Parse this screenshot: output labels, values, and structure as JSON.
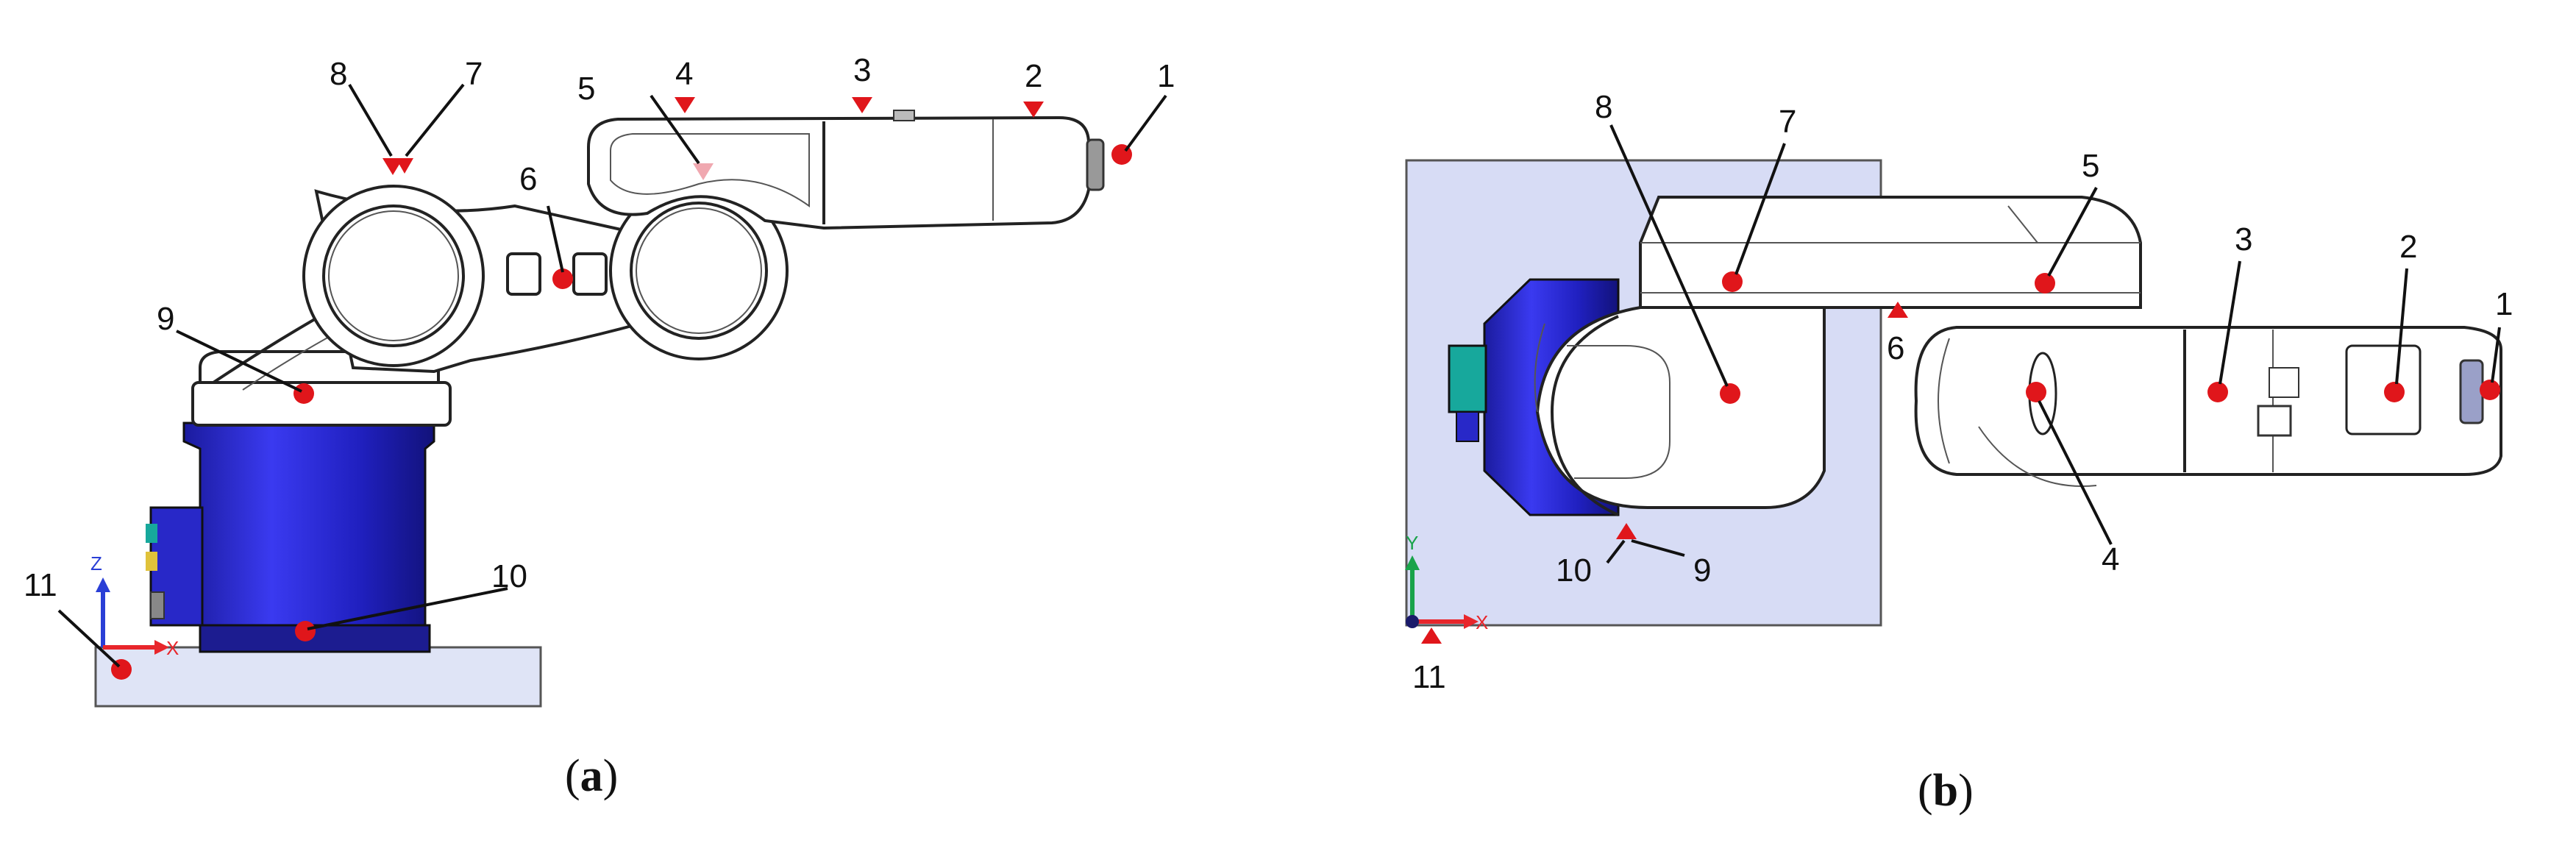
{
  "colors": {
    "marker": "#e0161b",
    "robot_base": "#2a2ad6",
    "robot_body": "#ffffff",
    "ground_plate": "#dfe4f6",
    "table": "#d7dcf5",
    "axis_x": "#e8262b",
    "axis_y": "#19a34a",
    "axis_z": "#2a3fd6",
    "connector": "#17a89c"
  },
  "panel_a": {
    "caption_open": "(",
    "caption_letter": "a",
    "caption_close": ")",
    "labels": [
      "1",
      "2",
      "3",
      "4",
      "5",
      "6",
      "7",
      "8",
      "9",
      "10",
      "11"
    ],
    "axes": {
      "x": "X",
      "z": "Z"
    }
  },
  "panel_b": {
    "caption_open": "(",
    "caption_letter": "b",
    "caption_close": ")",
    "labels": [
      "1",
      "2",
      "3",
      "4",
      "5",
      "6",
      "7",
      "8",
      "9",
      "10",
      "11"
    ],
    "axes": {
      "x": "X",
      "y": "Y"
    }
  },
  "icons": [
    "marker-dot",
    "marker-triangle",
    "axis-triad"
  ]
}
